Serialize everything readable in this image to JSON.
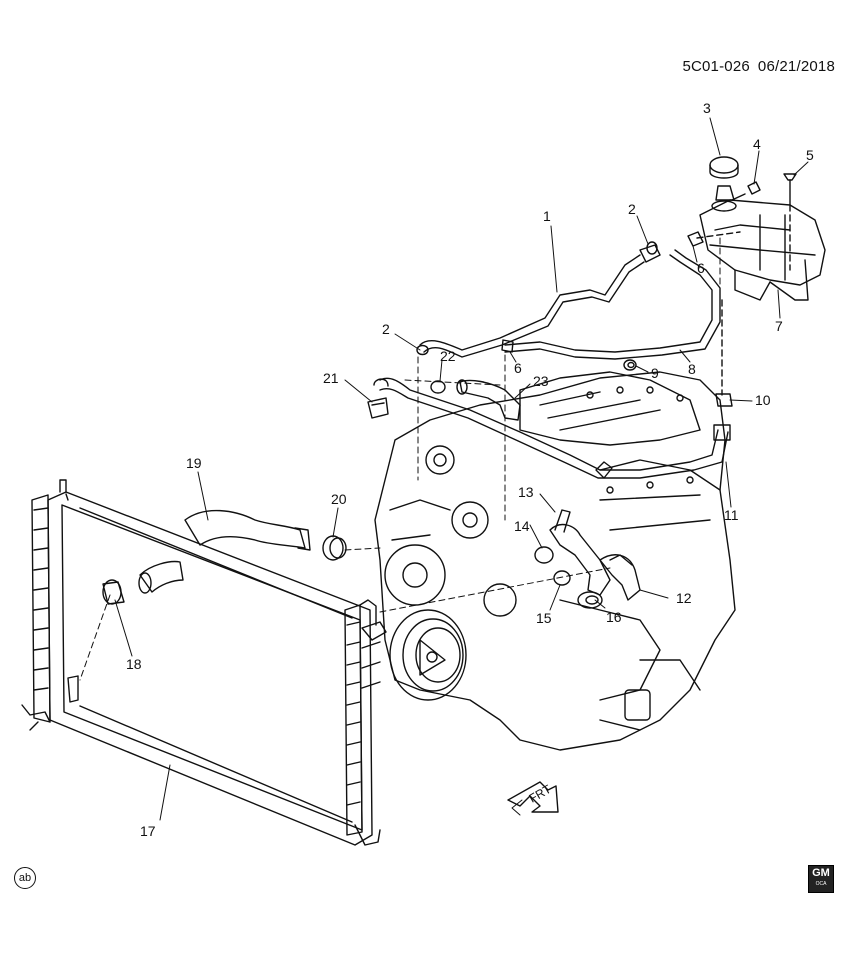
{
  "document": {
    "code": "5C01-026",
    "date": "06/21/2018",
    "ab_badge": "ab",
    "logo_text": "GM",
    "logo_subtext": "OCA",
    "frt_label": "FRT"
  },
  "callouts": [
    {
      "id": "c1",
      "label": "1"
    },
    {
      "id": "c2a",
      "label": "2"
    },
    {
      "id": "c2b",
      "label": "2"
    },
    {
      "id": "c3",
      "label": "3"
    },
    {
      "id": "c4",
      "label": "4"
    },
    {
      "id": "c5",
      "label": "5"
    },
    {
      "id": "c6a",
      "label": "6"
    },
    {
      "id": "c6b",
      "label": "6"
    },
    {
      "id": "c7",
      "label": "7"
    },
    {
      "id": "c8",
      "label": "8"
    },
    {
      "id": "c9",
      "label": "9"
    },
    {
      "id": "c10",
      "label": "10"
    },
    {
      "id": "c11",
      "label": "11"
    },
    {
      "id": "c12",
      "label": "12"
    },
    {
      "id": "c13",
      "label": "13"
    },
    {
      "id": "c14",
      "label": "14"
    },
    {
      "id": "c15",
      "label": "15"
    },
    {
      "id": "c16",
      "label": "16"
    },
    {
      "id": "c17",
      "label": "17"
    },
    {
      "id": "c18",
      "label": "18"
    },
    {
      "id": "c19",
      "label": "19"
    },
    {
      "id": "c20",
      "label": "20"
    },
    {
      "id": "c21",
      "label": "21"
    },
    {
      "id": "c22",
      "label": "22"
    },
    {
      "id": "c23",
      "label": "23"
    }
  ]
}
